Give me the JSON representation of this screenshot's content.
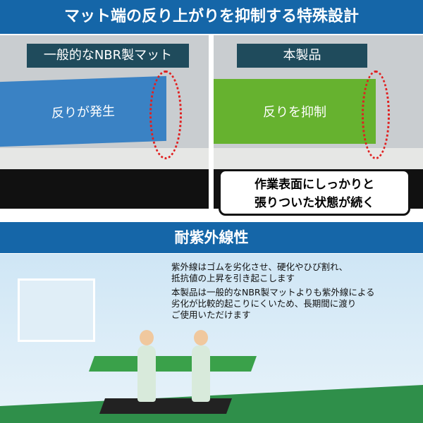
{
  "banner_top": "マット端の反り上がりを抑制する特殊設計",
  "left_photo": {
    "label": "一般的なNBR製マット",
    "mat_text": "反りが発生",
    "mat_color": "#3a82c4"
  },
  "right_photo": {
    "label": "本製品",
    "mat_text": "反りを抑制",
    "mat_color": "#66b22f"
  },
  "callout": {
    "line1": "作業表面にしっかりと",
    "line2": "張りついた状態が続く"
  },
  "banner_uv": "耐紫外線性",
  "uv_text": {
    "para1_line1": "紫外線はゴムを劣化させ、硬化やひび割れ、",
    "para1_line2": "抵抗値の上昇を引き起こします",
    "para2_line1": "本製品は一般的なNBR製マットよりも紫外線による",
    "para2_line2": "劣化が比較的起こりにくいため、長期間に渡り",
    "para2_line3": "ご使用いただけます"
  },
  "accent": "#1566a8"
}
